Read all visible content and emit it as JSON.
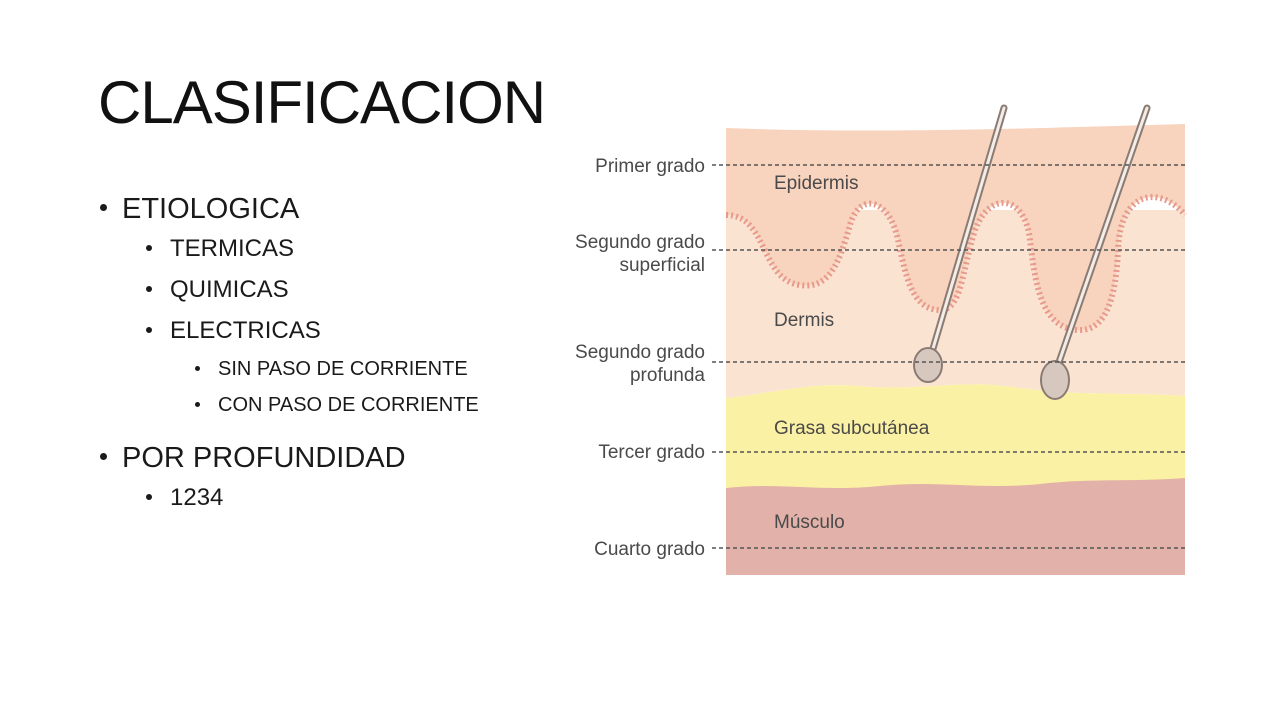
{
  "slide": {
    "title": "CLASIFICACION"
  },
  "bullets": {
    "etiologica": "ETIOLOGICA",
    "termicas": "TERMICAS",
    "quimicas": "QUIMICAS",
    "electricas": "ELECTRICAS",
    "sin_paso": "SIN PASO DE CORRIENTE",
    "con_paso": "CON PASO DE CORRIENTE",
    "profundidad": "POR PROFUNDIDAD",
    "grados": "1234"
  },
  "diagram": {
    "depth_labels": {
      "primer": "Primer grado",
      "segundo_sup_1": "Segundo grado",
      "segundo_sup_2": "superficial",
      "segundo_prof_1": "Segundo grado",
      "segundo_prof_2": "profunda",
      "tercer": "Tercer grado",
      "cuarto": "Cuarto grado"
    },
    "layer_labels": {
      "epidermis": "Epidermis",
      "dermis": "Dermis",
      "grasa": "Grasa subcutánea",
      "musculo": "Músculo"
    },
    "colors": {
      "epidermis": "#f8d3bd",
      "dermis": "#fbe3d2",
      "fat": "#fbf1a4",
      "muscle": "#e2b1a9",
      "label_text": "#4a4a4a"
    }
  }
}
